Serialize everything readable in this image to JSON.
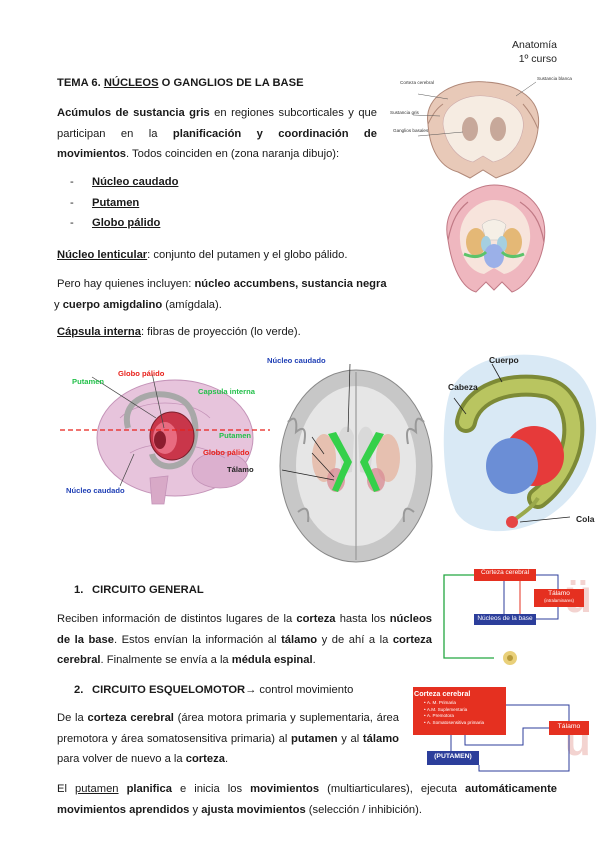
{
  "header": {
    "line1": "Anatomía",
    "line2": "1º curso"
  },
  "title": {
    "prefix": "TEMA 6. ",
    "underlined": "NÚCLEOS",
    "suffix": " O GANGLIOS DE LA BASE"
  },
  "intro": {
    "b1": "Acúmulos de sustancia gris",
    "t1": " en regiones subcorticales y que participan en la ",
    "b2": "planificación y coordinación de movimientos",
    "t2": ". Todos coinciden en (zona naranja dibujo):"
  },
  "nuclei_list": [
    {
      "dash": "-",
      "label": "Núcleo caudado"
    },
    {
      "dash": "-",
      "label": "Putamen"
    },
    {
      "dash": "-",
      "label": "Globo pálido"
    }
  ],
  "lenticular": {
    "term": "Núcleo lenticular",
    "text": ": conjunto del putamen y el globo pálido."
  },
  "others": {
    "t1": "Pero hay quienes incluyen: ",
    "b1": "núcleo accumbens, sustancia negra",
    "t2": " y ",
    "b2": "cuerpo amigdalino",
    "t3": " (amígdala)."
  },
  "capsule": {
    "term": "Cápsula interna",
    "text": ": fibras de proyección (lo verde)."
  },
  "top_figure_labels": {
    "corteza": "Corteza cerebral",
    "sustancia_blanca": "Sustancia blanca",
    "sustancia_gris": "Sustancia gris",
    "ganglios": "Ganglios basales"
  },
  "fig1_labels": {
    "globo": "Globo pálido",
    "putamen": "Putamen",
    "caudado": "Núcleo caudado"
  },
  "fig2_labels": {
    "caudado": "Núcleo caudado",
    "capsula": "Capsula interna",
    "putamen": "Putamen",
    "globo": "Globo pálido",
    "talamo": "Tálamo"
  },
  "fig3_labels": {
    "cuerpo": "Cuerpo",
    "cabeza": "Cabeza",
    "cola": "Cola"
  },
  "section1": {
    "number": "1.",
    "heading": "CIRCUITO GENERAL",
    "t1": "Reciben información de distintos lugares de la ",
    "b1": "corteza",
    "t2": " hasta los ",
    "b2": "núcleos de la base",
    "t3": ". Estos envían la información al ",
    "b3": "tálamo",
    "t4": " y de ahí a la ",
    "b4": "corteza cerebral",
    "t5": ". Finalmente se envía a la ",
    "b5": "médula espinal",
    "t6": "."
  },
  "diagram1": {
    "corteza": "Corteza cerebral",
    "talamo": "Tálamo",
    "talamo_sub": "(intralaminares)",
    "nucleos": "Núcleos de la base"
  },
  "section2": {
    "number": "2.",
    "heading": "CIRCUITO ESQUELOMOTOR",
    "arrow": "→",
    "tail": " control movimiento",
    "t1": "De la ",
    "b1": "corteza cerebral",
    "t2": " (área motora primaria y suplementaria, área premotora y área somatosensitiva primaria) al ",
    "b2": "putamen",
    "t3": " y al ",
    "b3": "tálamo",
    "t4": " para volver de nuevo a la ",
    "b4": "corteza",
    "t5": "."
  },
  "diagram2": {
    "title": "Corteza cerebral",
    "items": [
      "A. M. Primaria",
      "A.M. Suplementaria",
      "A. Premotora",
      "A. Somatosensitiva primaria"
    ],
    "putamen": "(PUTAMEN)",
    "talamo": "Tálamo"
  },
  "final": {
    "u1": "putamen",
    "t0": "El ",
    "b1": "planifica",
    "t1": " e inicia los ",
    "b2": "movimientos",
    "t2": " (multiarticulares), ejecuta ",
    "b3": "automáticamente movimientos aprendidos",
    "t3": " y ",
    "b4": "ajusta movimientos",
    "t4": " (selección / inhibición)."
  },
  "colors": {
    "red": "#e8211b",
    "green": "#23c04a",
    "blue": "#1f3fb5",
    "diagram_red": "#e53020"
  }
}
